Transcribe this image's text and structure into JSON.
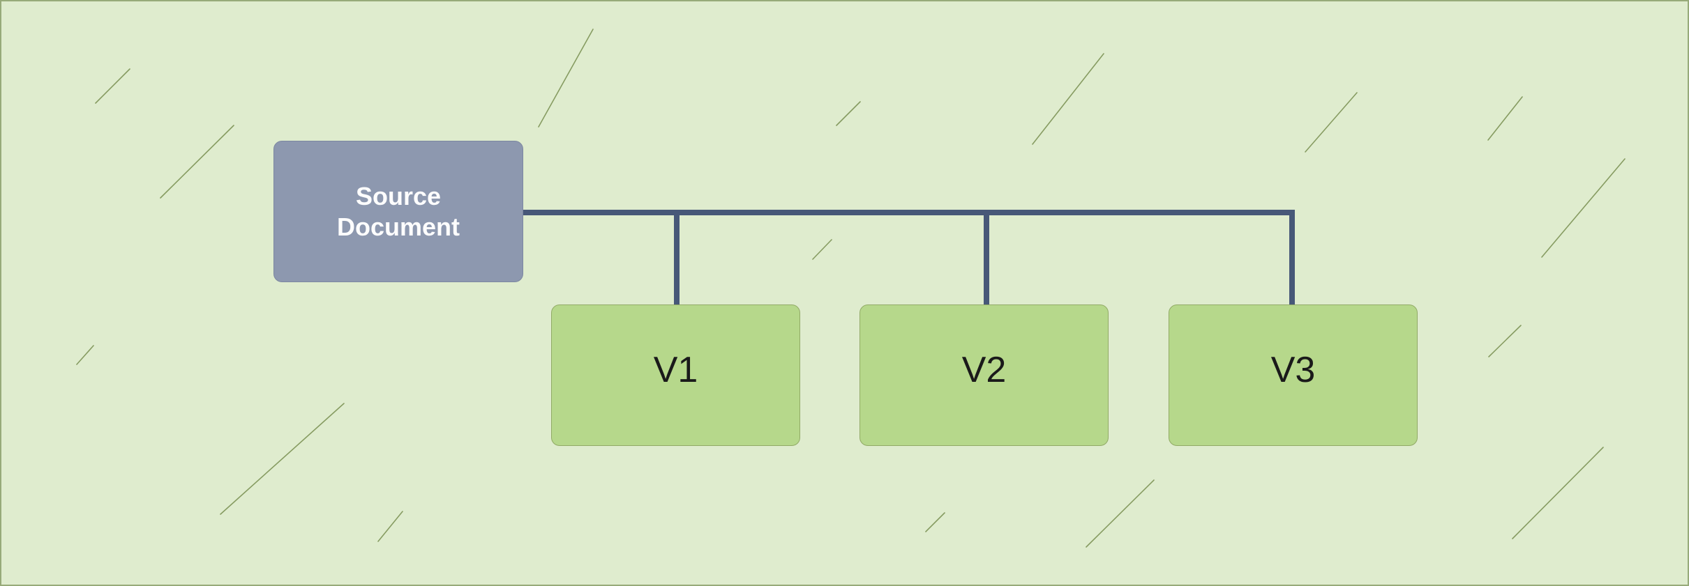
{
  "theme": {
    "canvas-bg": "#dfecce",
    "canvas-border": "#97aa79",
    "texture-line": "#778e4f",
    "connector": "#475878",
    "source-fill": "#8d98af",
    "source-border": "#7c87a1",
    "source-text": "#fdfdfd",
    "variant-fill": "#b6d88b",
    "variant-border": "#91aa66",
    "variant-text": "#1a1a1a"
  },
  "diagram": {
    "source": {
      "label": "Source Document"
    },
    "variants": [
      {
        "label": "V1"
      },
      {
        "label": "V2"
      },
      {
        "label": "V3"
      }
    ]
  }
}
